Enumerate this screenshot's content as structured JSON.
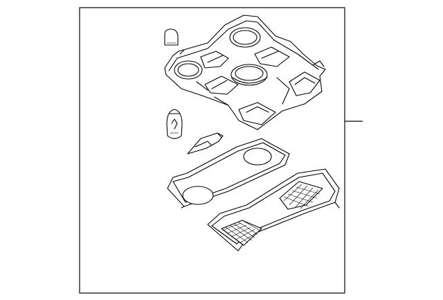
{
  "diagram": {
    "parts": [
      {
        "name": "overhead-console-housing"
      },
      {
        "name": "bulb-socket-cap"
      },
      {
        "name": "bulb"
      },
      {
        "name": "lamp-lens-wedge"
      },
      {
        "name": "lens-panel"
      },
      {
        "name": "bezel-grille-panel"
      }
    ],
    "callout": {
      "label": ""
    }
  }
}
